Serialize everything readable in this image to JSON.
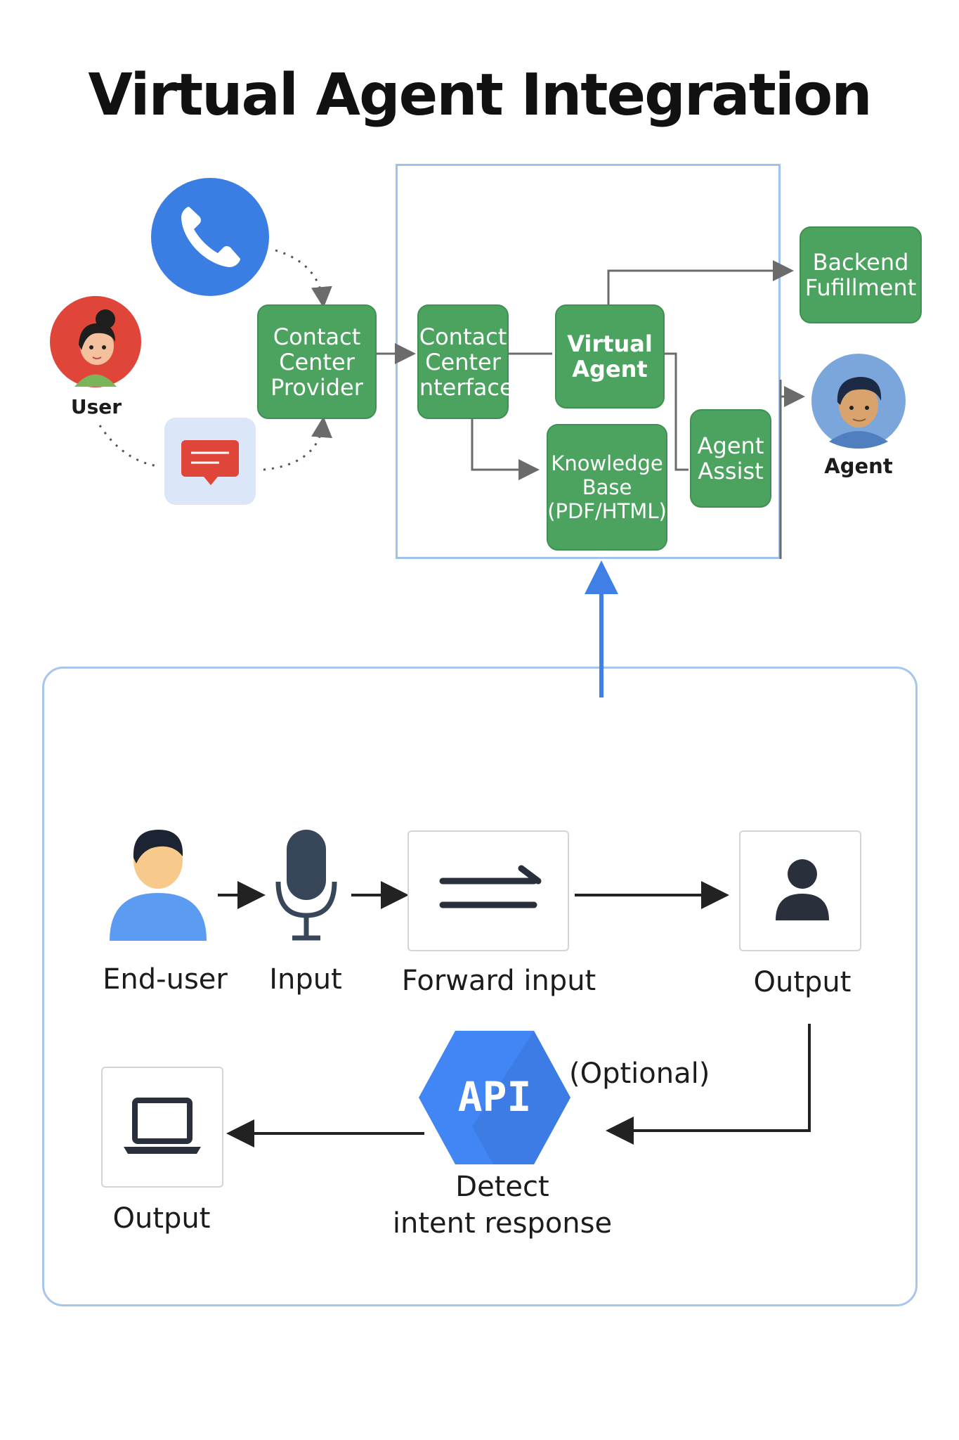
{
  "title": "Virtual Agent Integration",
  "top": {
    "user_label": "User",
    "agent_label": "Agent",
    "contact_center_provider": "Contact\nCenter\nProvider",
    "contact_center_interface": "Contact\nCenter\nInterface",
    "virtual_agent": "Virtual\nAgent",
    "knowledge_base": "Knowledge\nBase\n(PDF/HTML)",
    "agent_assist": "Agent\nAssist",
    "backend_fulfillment": "Backend\nFufillment"
  },
  "bottom": {
    "end_user_label": "End-user",
    "input_label": "Input",
    "forward_input_label": "Forward input",
    "output_top_label": "Output",
    "optional_label": "(Optional)",
    "api_badge": "API",
    "detect_intent_label": "Detect\nintent response",
    "output_bottom_label": "Output"
  },
  "icons": {
    "phone": "phone-icon",
    "chat": "chat-icon",
    "user_avatar": "user-avatar-icon",
    "agent_avatar": "agent-avatar-icon",
    "end_user": "end-user-icon",
    "microphone": "microphone-icon",
    "forward": "forward-arrows-icon",
    "person": "person-icon",
    "laptop": "laptop-icon",
    "api": "api-hexagon-icon"
  },
  "colors": {
    "green": "#4ba35f",
    "blue": "#3f7fe6",
    "frame": "#9fc2ec",
    "red": "#e0453a"
  }
}
